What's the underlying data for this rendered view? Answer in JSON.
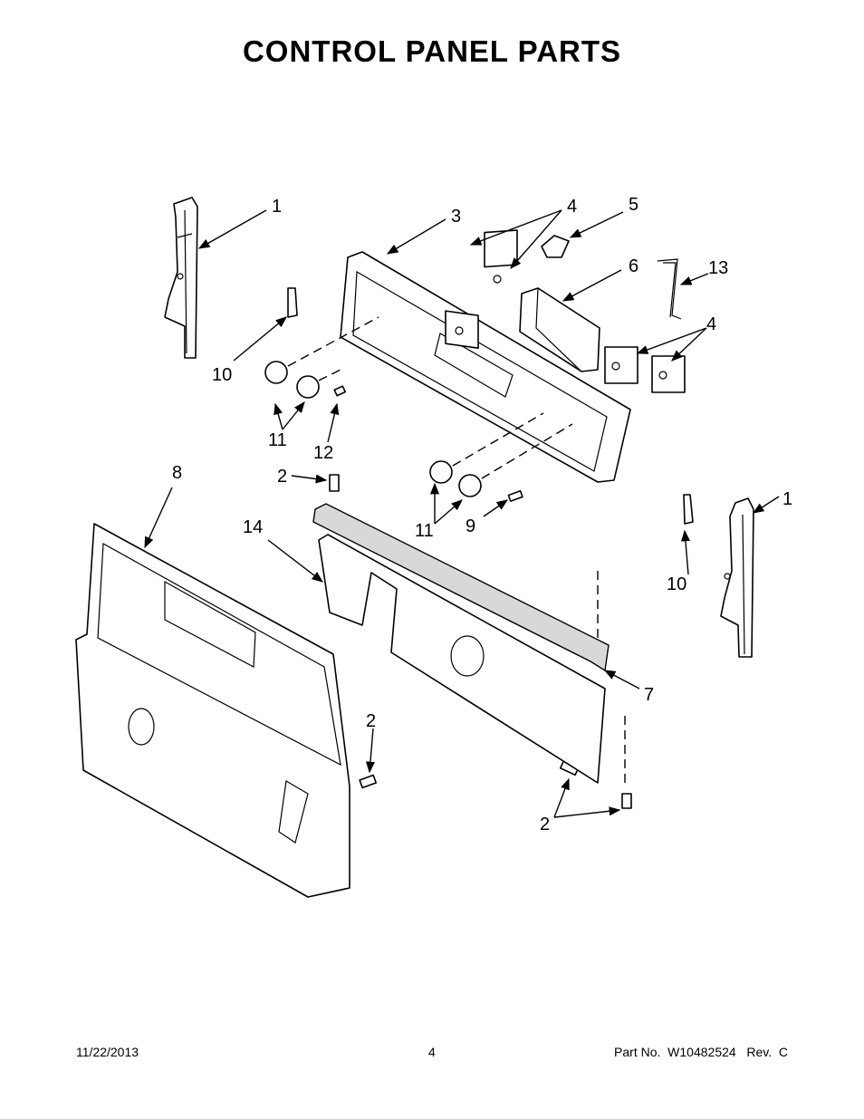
{
  "title": "CONTROL PANEL PARTS",
  "footer": {
    "date": "11/22/2013",
    "page": "4",
    "part_number": "Part No.  W10482524   Rev.  C"
  },
  "callouts": {
    "c1a": "1",
    "c1b": "1",
    "c2a": "2",
    "c2b": "2",
    "c2c": "2",
    "c3": "3",
    "c4a": "4",
    "c4b": "4",
    "c5": "5",
    "c6": "6",
    "c7": "7",
    "c8": "8",
    "c9": "9",
    "c10a": "10",
    "c10b": "10",
    "c11a": "11",
    "c11b": "11",
    "c12": "12",
    "c13": "13",
    "c14": "14"
  }
}
